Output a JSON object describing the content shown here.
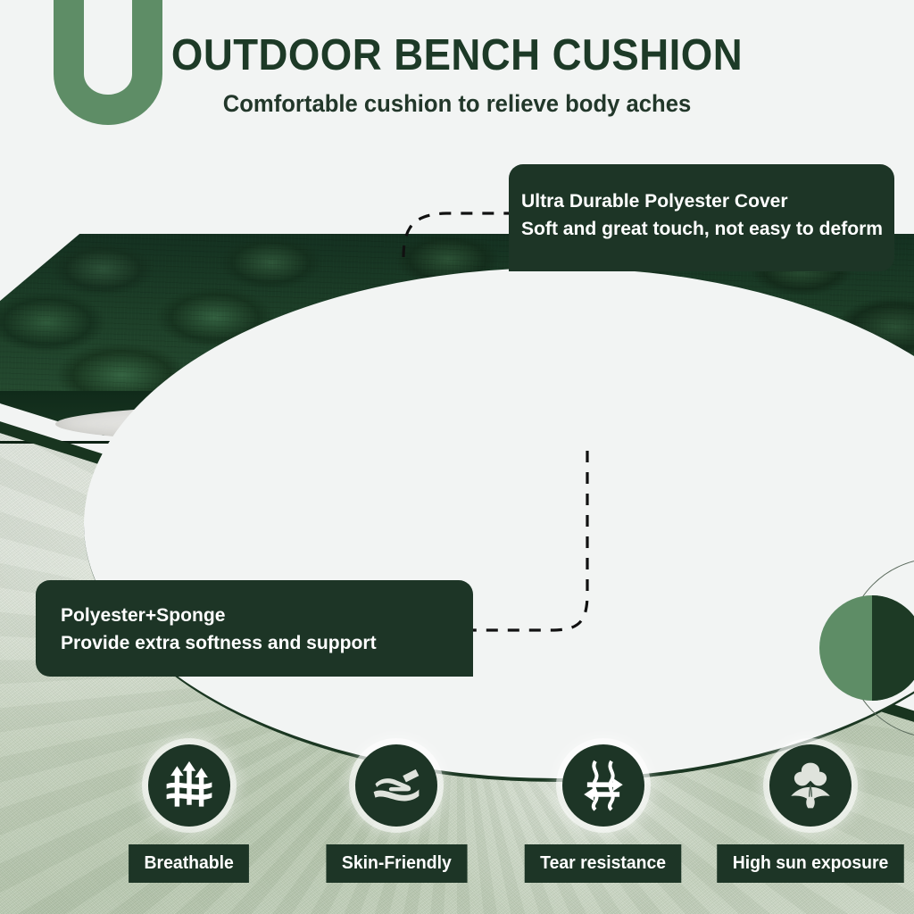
{
  "header": {
    "title": "OUTDOOR BENCH CUSHION",
    "subtitle": "Comfortable cushion to relieve body aches",
    "logo_letter": "U"
  },
  "callouts": [
    {
      "id": "cover",
      "line1": "Ultra Durable Polyester Cover",
      "line2": "Soft and great touch, not easy to deform"
    },
    {
      "id": "sponge",
      "line1": "Polyester+Sponge",
      "line2": "Provide extra softness and support"
    }
  ],
  "features": [
    {
      "label": "Breathable",
      "icon": "breathable-arrows-icon"
    },
    {
      "label": "Skin-Friendly",
      "icon": "hand-fabric-icon"
    },
    {
      "label": "Tear resistance",
      "icon": "tear-resistance-arrows-icon"
    },
    {
      "label": "High sun exposure",
      "icon": "cotton-flower-icon"
    }
  ],
  "product": {
    "alt": "Dark green tufted outdoor bench cushion with cutaway showing white sponge filling"
  },
  "colors": {
    "page_background": "#f2f4f3",
    "dark_green": "#1d3526",
    "title_green": "#1d3a27",
    "logo_green": "#5e8d66",
    "cushion_green": "#1c3d27",
    "texture_green": "#b7c7ae",
    "filling_cream": "#ebe7c2",
    "dash_line": "#111111"
  }
}
